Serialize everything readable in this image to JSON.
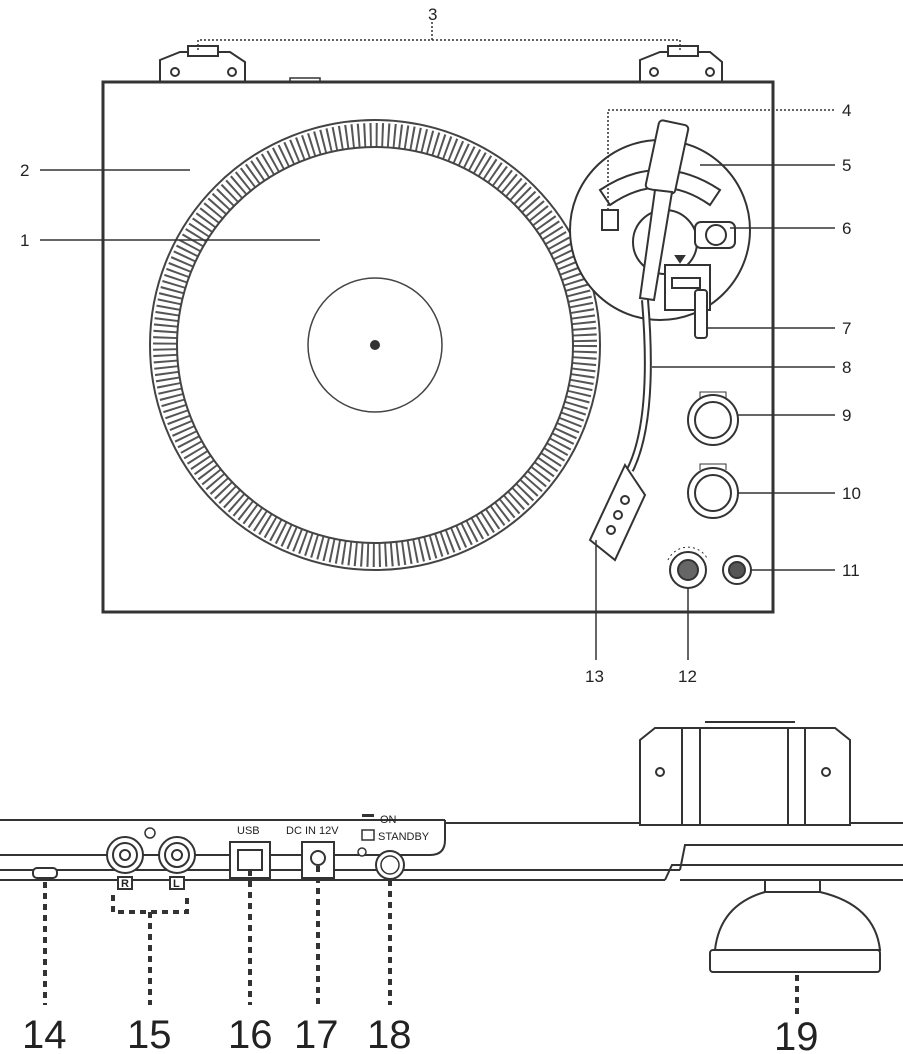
{
  "callouts_top": [
    "1",
    "2",
    "3",
    "4",
    "5",
    "6",
    "7",
    "8",
    "9",
    "10",
    "11",
    "12",
    "13"
  ],
  "callouts_bottom": [
    "14",
    "15",
    "16",
    "17",
    "18",
    "19"
  ],
  "jacks": {
    "right": "R",
    "left": "L"
  },
  "usb_label": "USB",
  "dc_label": "DC  IN  12V",
  "power_on": "ON",
  "power_standby": "STANDBY",
  "colors": {
    "line": "#333333",
    "fill": "#ffffff",
    "dot_ring": "#555555"
  }
}
